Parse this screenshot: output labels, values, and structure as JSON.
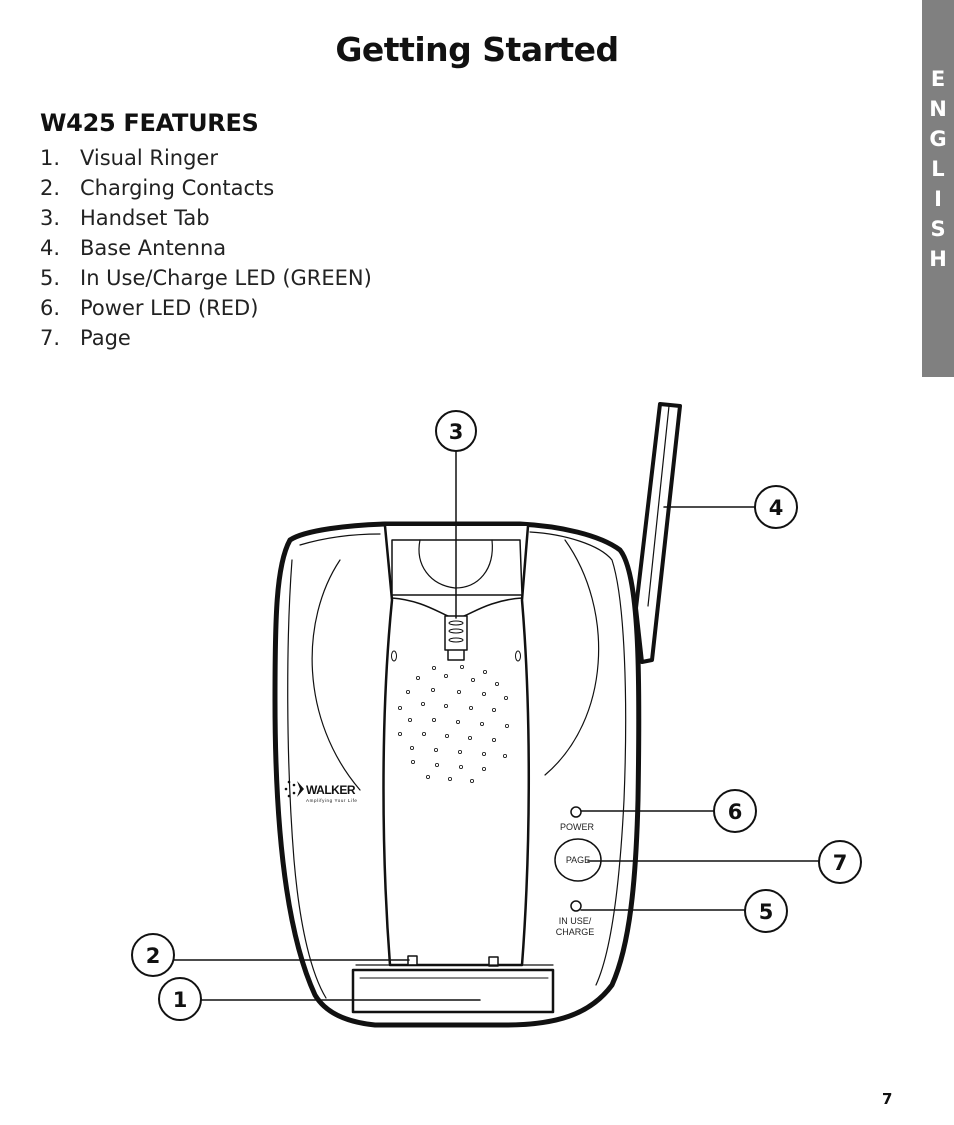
{
  "header": {
    "title": "Getting Started",
    "language_tab": [
      "E",
      "N",
      "G",
      "L",
      "I",
      "S",
      "H"
    ]
  },
  "features": {
    "heading": "W425 FEATURES",
    "items": [
      {
        "number": "1.",
        "label": "Visual Ringer"
      },
      {
        "number": "2.",
        "label": "Charging Contacts"
      },
      {
        "number": "3.",
        "label": "Handset Tab"
      },
      {
        "number": "4.",
        "label": "Base Antenna"
      },
      {
        "number": "5.",
        "label": "In Use/Charge LED (GREEN)"
      },
      {
        "number": "6.",
        "label": "Power LED (RED)"
      },
      {
        "number": "7.",
        "label": "Page"
      }
    ]
  },
  "diagram": {
    "brand": "WALKER",
    "brand_tagline": "Amplifying Your Life",
    "power_label": "POWER",
    "page_button_label": "PAGE",
    "in_use_label_line1": "IN USE/",
    "in_use_label_line2": "CHARGE",
    "callouts": {
      "c1": "1",
      "c2": "2",
      "c3": "3",
      "c4": "4",
      "c5": "5",
      "c6": "6",
      "c7": "7"
    }
  },
  "footer": {
    "page_number": "7"
  }
}
